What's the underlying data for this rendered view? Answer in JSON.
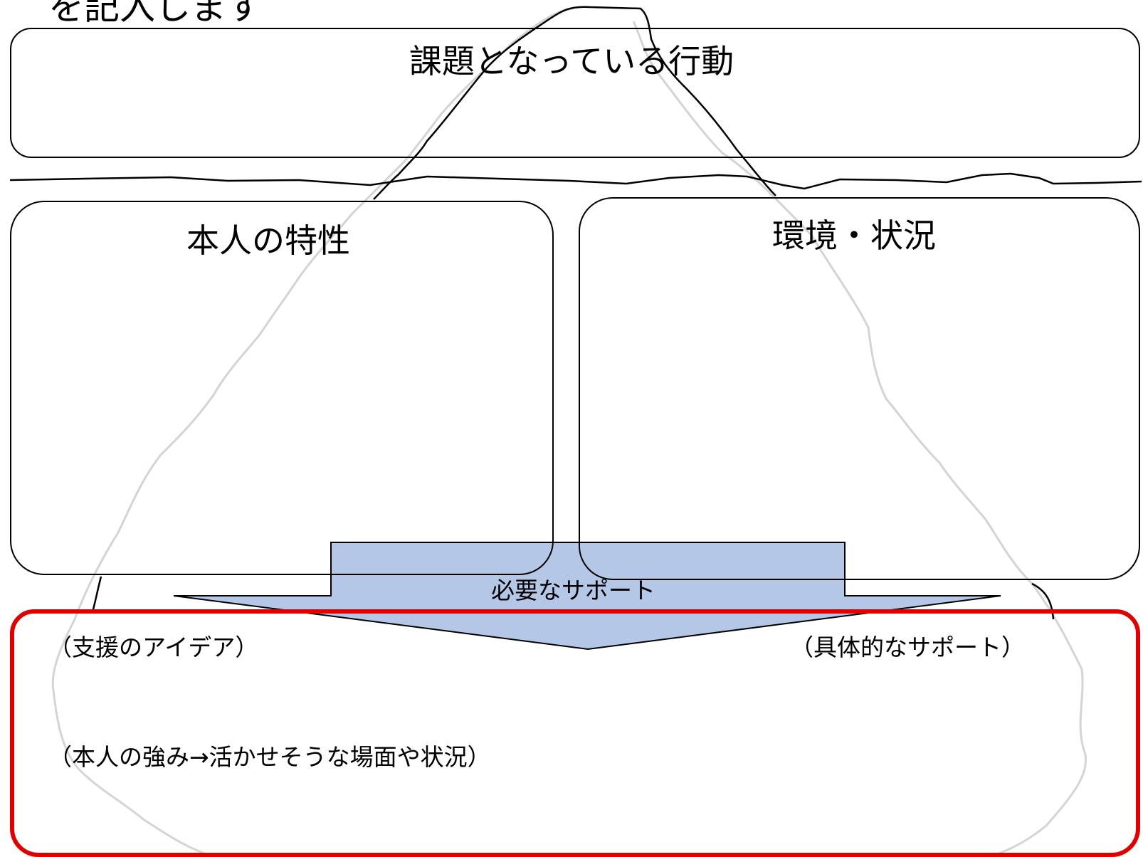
{
  "header": {
    "partial_text": "を記入します"
  },
  "diagram": {
    "behavior_title": "課題となっている行動",
    "traits_title": "本人の特性",
    "environment_title": "環境・状況",
    "arrow_label": "必要なサポート",
    "support_ideas_label": "（支援のアイデア）",
    "concrete_support_label": "（具体的なサポート）",
    "strengths_label": "（本人の強み→活かせそうな場面や状況）"
  },
  "colors": {
    "arrow_fill": "#b4c7e7",
    "highlight_border": "#e00000",
    "iceberg_outline": "#d9d9d9"
  }
}
